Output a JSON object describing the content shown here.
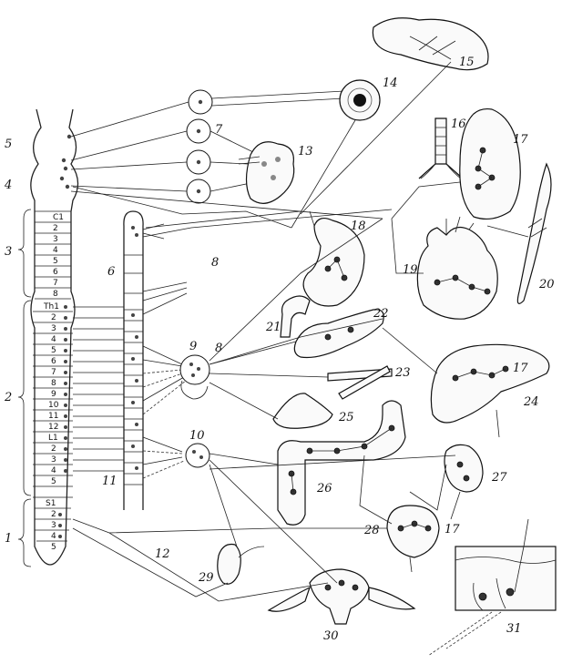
{
  "left_labels": [
    "5",
    "4",
    "3",
    "2",
    "1"
  ],
  "center_labels": [
    "6",
    "7",
    "8",
    "8",
    "9",
    "10",
    "11",
    "12"
  ],
  "organ_labels": [
    "13",
    "14",
    "15",
    "16",
    "17",
    "17",
    "17",
    "18",
    "19",
    "20",
    "21",
    "22",
    "23",
    "24",
    "25",
    "26",
    "27",
    "28",
    "29",
    "30",
    "31"
  ],
  "cord_segments": {
    "cervical": [
      "C1",
      "2",
      "3",
      "4",
      "5",
      "6",
      "7",
      "8"
    ],
    "thoracic": [
      "Th1",
      "2",
      "3",
      "4",
      "5",
      "6",
      "7",
      "8",
      "9",
      "10",
      "11",
      "12"
    ],
    "lumbar": [
      "L1",
      "2",
      "3",
      "4",
      "5"
    ],
    "sacral": [
      "S1",
      "2",
      "3",
      "4",
      "5"
    ]
  }
}
